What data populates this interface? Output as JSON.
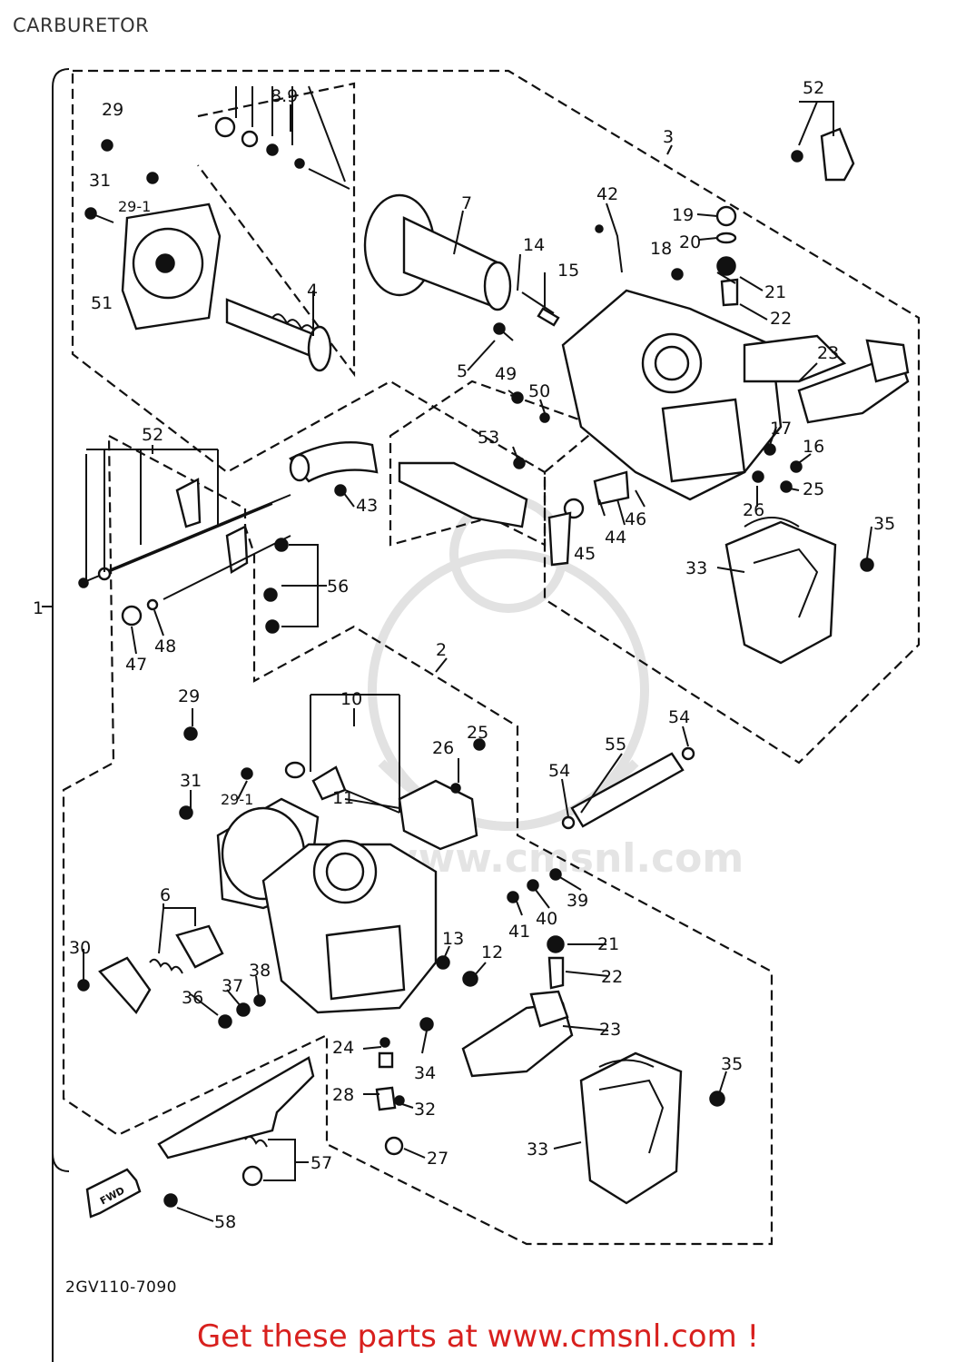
{
  "page_title": "CARBURETOR",
  "diagram_code": "2GV110-7090",
  "footer_text": "Get these parts at www.cmsnl.com !",
  "watermark_text": "www.cmsnl.com",
  "fwd_label": "FWD",
  "colors": {
    "footer": "#d8201e",
    "title": "#333333",
    "lines": "#111111"
  },
  "callouts": {
    "c1": "1",
    "c2": "2",
    "c3": "3",
    "c4": "4",
    "c5": "5",
    "c6": "6",
    "c7": "7",
    "c8_9": "8.9",
    "c10": "10",
    "c11": "11",
    "c12": "12",
    "c13": "13",
    "c14": "14",
    "c15": "15",
    "c16": "16",
    "c17": "17",
    "c18": "18",
    "c19": "19",
    "c20": "20",
    "c21a": "21",
    "c21b": "21",
    "c22a": "22",
    "c22b": "22",
    "c23a": "23",
    "c23b": "23",
    "c24": "24",
    "c25a": "25",
    "c25b": "25",
    "c26a": "26",
    "c26b": "26",
    "c27": "27",
    "c28": "28",
    "c29a": "29",
    "c29b": "29",
    "c29_1a": "29-1",
    "c29_1b": "29-1",
    "c30": "30",
    "c31a": "31",
    "c31b": "31",
    "c32": "32",
    "c33a": "33",
    "c33b": "33",
    "c34": "34",
    "c35a": "35",
    "c35b": "35",
    "c36": "36",
    "c37": "37",
    "c38": "38",
    "c39": "39",
    "c40": "40",
    "c41": "41",
    "c42": "42",
    "c43": "43",
    "c44": "44",
    "c45": "45",
    "c46": "46",
    "c47": "47",
    "c48": "48",
    "c49": "49",
    "c50": "50",
    "c51": "51",
    "c52a": "52",
    "c52b": "52",
    "c53": "53",
    "c54a": "54",
    "c54b": "54",
    "c55": "55",
    "c56": "56",
    "c57": "57",
    "c58": "58"
  }
}
